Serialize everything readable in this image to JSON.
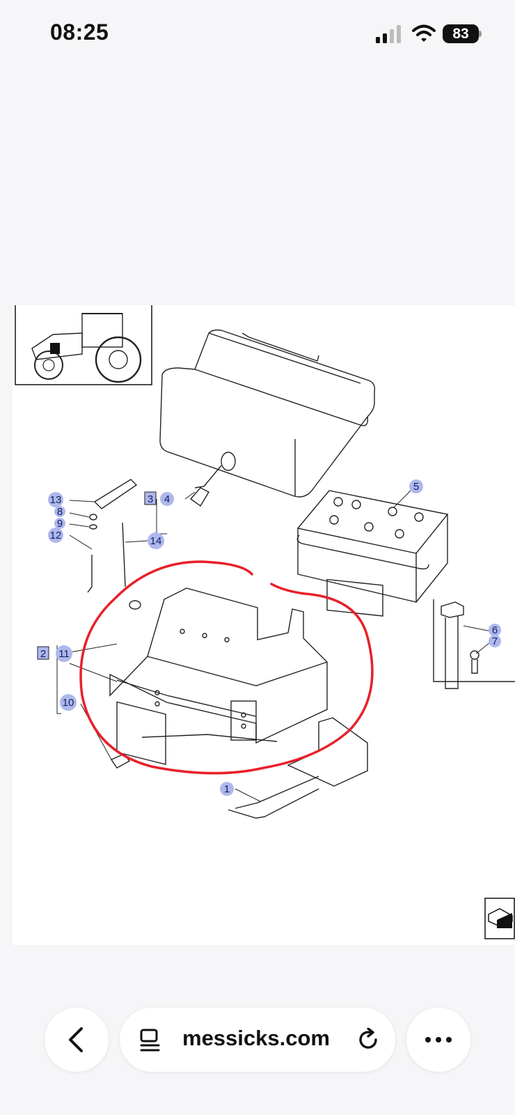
{
  "status_bar": {
    "time": "08:25",
    "battery_level": "83",
    "icons": [
      "signal-icon",
      "wifi-icon",
      "battery-icon"
    ]
  },
  "diagram": {
    "callouts": {
      "c1": "1",
      "c2": "2",
      "c3": "3",
      "c4": "4",
      "c5": "5",
      "c6": "6",
      "c7": "7",
      "c8": "8",
      "c9": "9",
      "c10": "10",
      "c11": "11",
      "c12": "12",
      "c13": "13",
      "c14": "14"
    },
    "colors": {
      "callout_fill": "#aeb8ec",
      "annotation_red": "#e8202a",
      "line": "#222222"
    }
  },
  "browser": {
    "address": "messicks.com",
    "icons": [
      "back-chevron-icon",
      "reader-icon",
      "reload-icon",
      "more-icon"
    ]
  }
}
